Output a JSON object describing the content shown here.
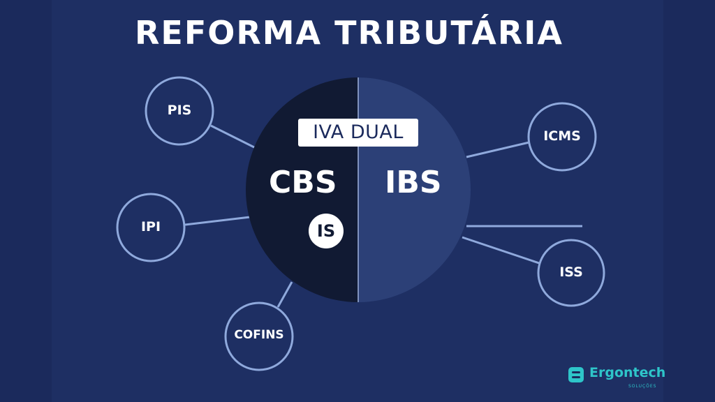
{
  "title": "REFORMA TRIBUTÁRIA",
  "center": {
    "tag": "IVA DUAL",
    "left_label": "CBS",
    "right_label": "IBS",
    "badge": "IS"
  },
  "left_taxes": [
    "PIS",
    "IPI",
    "COFINS"
  ],
  "right_taxes": [
    "ICMS",
    "ISS"
  ],
  "brand": {
    "name": "Ergontech",
    "tagline": "SOLUÇÕES"
  },
  "colors": {
    "background": "#1b2a5c",
    "left_half": "#111a33",
    "right_half": "#2c4077",
    "node_stroke": "#8fa9dc",
    "accent": "#2ec5c9"
  }
}
